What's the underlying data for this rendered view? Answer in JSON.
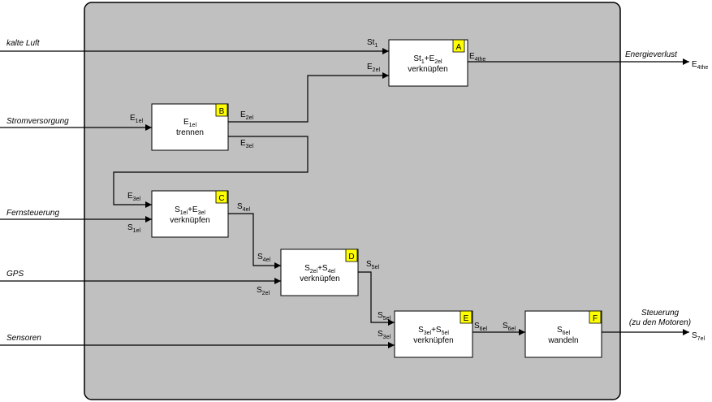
{
  "inputs": [
    {
      "label": "kalte Luft"
    },
    {
      "label": "Stromversorgung"
    },
    {
      "label": "Fernsteuerung"
    },
    {
      "label": "GPS"
    },
    {
      "label": "Sensoren"
    }
  ],
  "outputs": [
    {
      "label": "Energieverlust",
      "signal": {
        "base": "E",
        "sub": "4the"
      }
    },
    {
      "label_line1": "Steuerung",
      "label_line2": "(zu den Motoren)",
      "signal": {
        "base": "S",
        "sub": "7el"
      }
    }
  ],
  "blocks": [
    {
      "tag": "A",
      "tag_color": "#ffff00",
      "line1": [
        {
          "t": "St"
        },
        {
          "t": "1",
          "sub": true
        },
        {
          "t": "+E"
        },
        {
          "t": "2el",
          "sub": true
        }
      ],
      "line2": "verknüpfen"
    },
    {
      "tag": "B",
      "tag_color": "#ffff00",
      "line1": [
        {
          "t": "E"
        },
        {
          "t": "1el",
          "sub": true
        }
      ],
      "line2": "trennen"
    },
    {
      "tag": "C",
      "tag_color": "#ffff00",
      "line1": [
        {
          "t": "S"
        },
        {
          "t": "1el",
          "sub": true
        },
        {
          "t": "+E"
        },
        {
          "t": "3el",
          "sub": true
        }
      ],
      "line2": "verknüpfen"
    },
    {
      "tag": "D",
      "tag_color": "#ffff00",
      "line1": [
        {
          "t": "S"
        },
        {
          "t": "2el",
          "sub": true
        },
        {
          "t": "+S"
        },
        {
          "t": "4el",
          "sub": true
        }
      ],
      "line2": "verknüpfen"
    },
    {
      "tag": "E",
      "tag_color": "#ffff00",
      "line1": [
        {
          "t": "S"
        },
        {
          "t": "3el",
          "sub": true
        },
        {
          "t": "+S"
        },
        {
          "t": "5el",
          "sub": true
        }
      ],
      "line2": "verknüpfen"
    },
    {
      "tag": "F",
      "tag_color": "#ffff00",
      "line1": [
        {
          "t": "S"
        },
        {
          "t": "6el",
          "sub": true
        }
      ],
      "line2": "wandeln"
    }
  ],
  "signals": {
    "st1_in": {
      "base": "St",
      "sub": "1"
    },
    "e2el_a": {
      "base": "E",
      "sub": "2el"
    },
    "e4the": {
      "base": "E",
      "sub": "4the"
    },
    "e1el": {
      "base": "E",
      "sub": "1el"
    },
    "e2el_b": {
      "base": "E",
      "sub": "2el"
    },
    "e3el_b": {
      "base": "E",
      "sub": "3el"
    },
    "e3el_c": {
      "base": "E",
      "sub": "3el"
    },
    "s1el": {
      "base": "S",
      "sub": "1el"
    },
    "s4el_c": {
      "base": "S",
      "sub": "4el"
    },
    "s4el_d": {
      "base": "S",
      "sub": "4el"
    },
    "s2el": {
      "base": "S",
      "sub": "2el"
    },
    "s5el_d": {
      "base": "S",
      "sub": "5el"
    },
    "s5el_e": {
      "base": "S",
      "sub": "5el"
    },
    "s3el": {
      "base": "S",
      "sub": "3el"
    },
    "s6el_e": {
      "base": "S",
      "sub": "6el"
    },
    "s6el_f": {
      "base": "S",
      "sub": "6el"
    }
  },
  "colors": {
    "system_fill": "#c0c0c0",
    "block_fill": "#ffffff",
    "tag_fill": "#ffff00",
    "line": "#000000"
  }
}
